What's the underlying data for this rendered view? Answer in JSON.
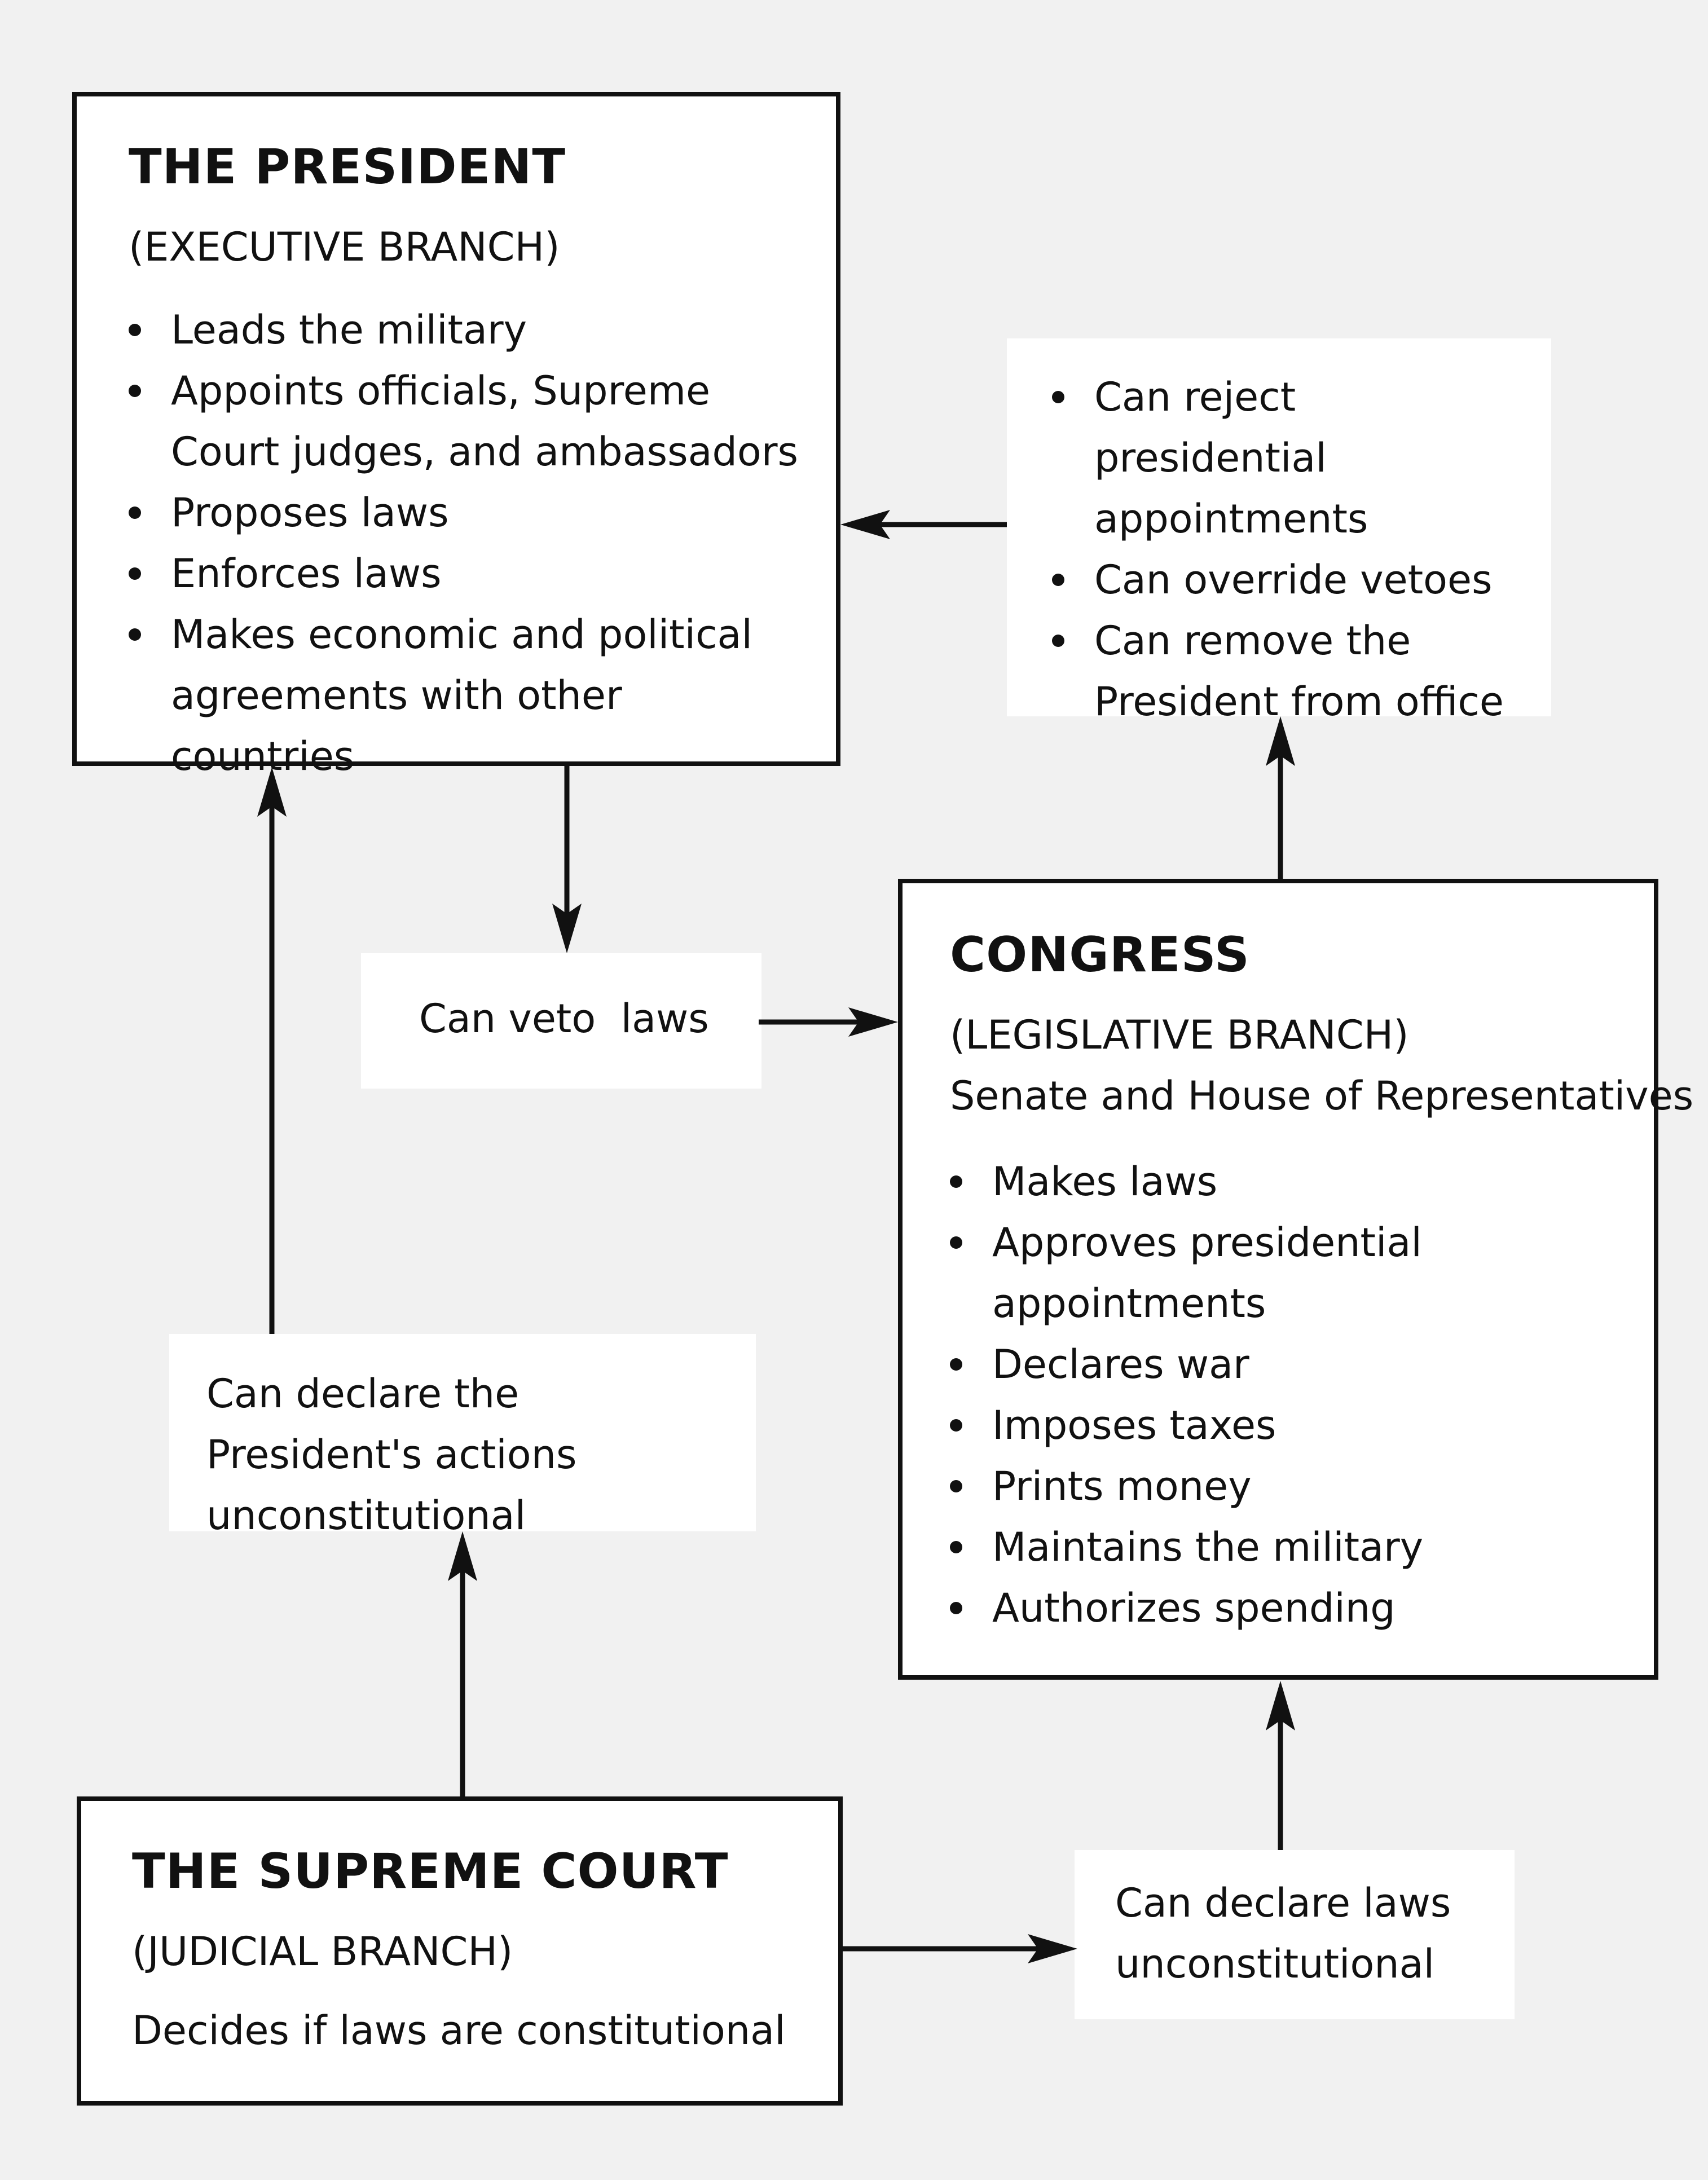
{
  "president": {
    "title": "THE PRESIDENT",
    "branch": "(EXECUTIVE BRANCH)",
    "powers": [
      "Leads the military",
      "Appoints officials, Supreme Court judges, and ambassadors",
      "Proposes laws",
      "Enforces laws",
      "Makes economic and political agreements with other countries"
    ]
  },
  "congress": {
    "title": "CONGRESS",
    "branch": "(LEGISLATIVE BRANCH)",
    "subtitle": "Senate and House of Representatives",
    "powers": [
      "Makes laws",
      "Approves presidential appointments",
      "Declares war",
      "Imposes taxes",
      "Prints money",
      "Maintains the military",
      "Authorizes spending"
    ]
  },
  "court": {
    "title": "THE SUPREME COURT",
    "branch": "(JUDICIAL BRANCH)",
    "description": "Decides if laws are constitutional"
  },
  "checks": {
    "congress_on_president": [
      "Can reject presidential appointments",
      "Can override vetoes",
      "Can remove the President from office"
    ],
    "president_on_congress": "Can veto  laws",
    "court_on_president": "Can declare the President's actions unconstitutional",
    "court_on_congress": "Can declare laws unconstitutional"
  }
}
